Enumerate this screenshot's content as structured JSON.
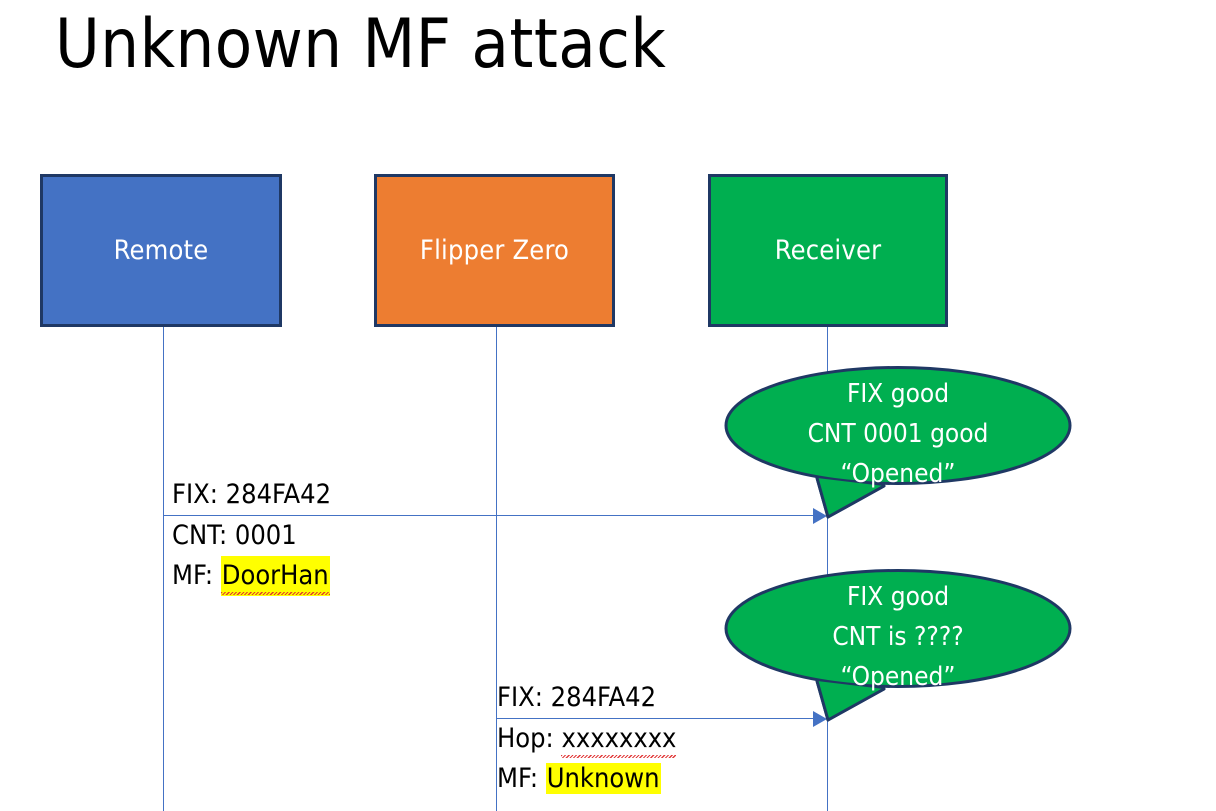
{
  "slide": {
    "title": "Unknown MF attack",
    "background_color": "#FFFFFF"
  },
  "colors": {
    "remote_box": "#4472C4",
    "flipper_box": "#ED7D31",
    "receiver_box": "#00AF50",
    "box_border": "#1F3864",
    "lifeline": "#4472C4",
    "arrow": "#4472C4",
    "callout_fill": "#00AF50",
    "callout_border": "#1F3864",
    "highlight": "#FFFF00",
    "spellcheck_underline": "#E03030",
    "label_text": "#000000",
    "box_text": "#FFFFFF"
  },
  "actors": [
    {
      "id": "remote",
      "label": "Remote"
    },
    {
      "id": "flipper",
      "label": "Flipper Zero"
    },
    {
      "id": "receiver",
      "label": "Receiver"
    }
  ],
  "messages": [
    {
      "id": "msg1",
      "from": "remote",
      "to": "receiver",
      "label_above": "FIX: 284FA42",
      "label_below_line1_prefix": "CNT: 0001",
      "label_below_line2_prefix": "MF: ",
      "label_below_line2_highlighted": "DoorHan",
      "highlighted": true,
      "spellchecked": true
    },
    {
      "id": "msg2",
      "from": "flipper",
      "to": "receiver",
      "label_above": "FIX: 284FA42",
      "label_below_line1_prefix": "Hop: ",
      "label_below_line1_spellchecked": "xxxxxxxx",
      "label_below_line2_prefix": "MF: ",
      "label_below_line2_highlighted": "Unknown",
      "highlighted": true,
      "spellchecked": true
    }
  ],
  "callouts": [
    {
      "id": "callout-1",
      "anchor": "receiver",
      "lines": [
        "FIX good",
        "CNT 0001 good",
        "“Opened”"
      ]
    },
    {
      "id": "callout-2",
      "anchor": "receiver",
      "lines": [
        "FIX good",
        "CNT is ????",
        "“Opened”"
      ]
    }
  ]
}
